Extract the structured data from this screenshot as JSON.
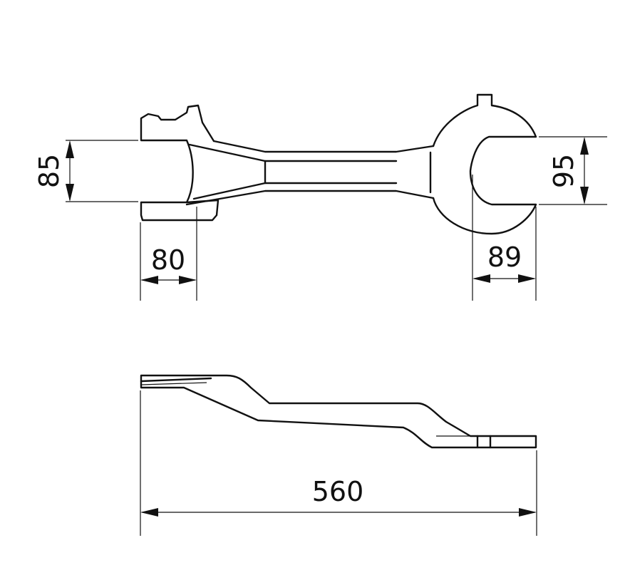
{
  "drawing": {
    "stroke_color": "#111111",
    "background": "#ffffff",
    "dimensions": {
      "left_jaw_opening": "85",
      "right_jaw_opening": "95",
      "left_head_width": "80",
      "right_head_width": "89",
      "overall_length": "560"
    }
  }
}
